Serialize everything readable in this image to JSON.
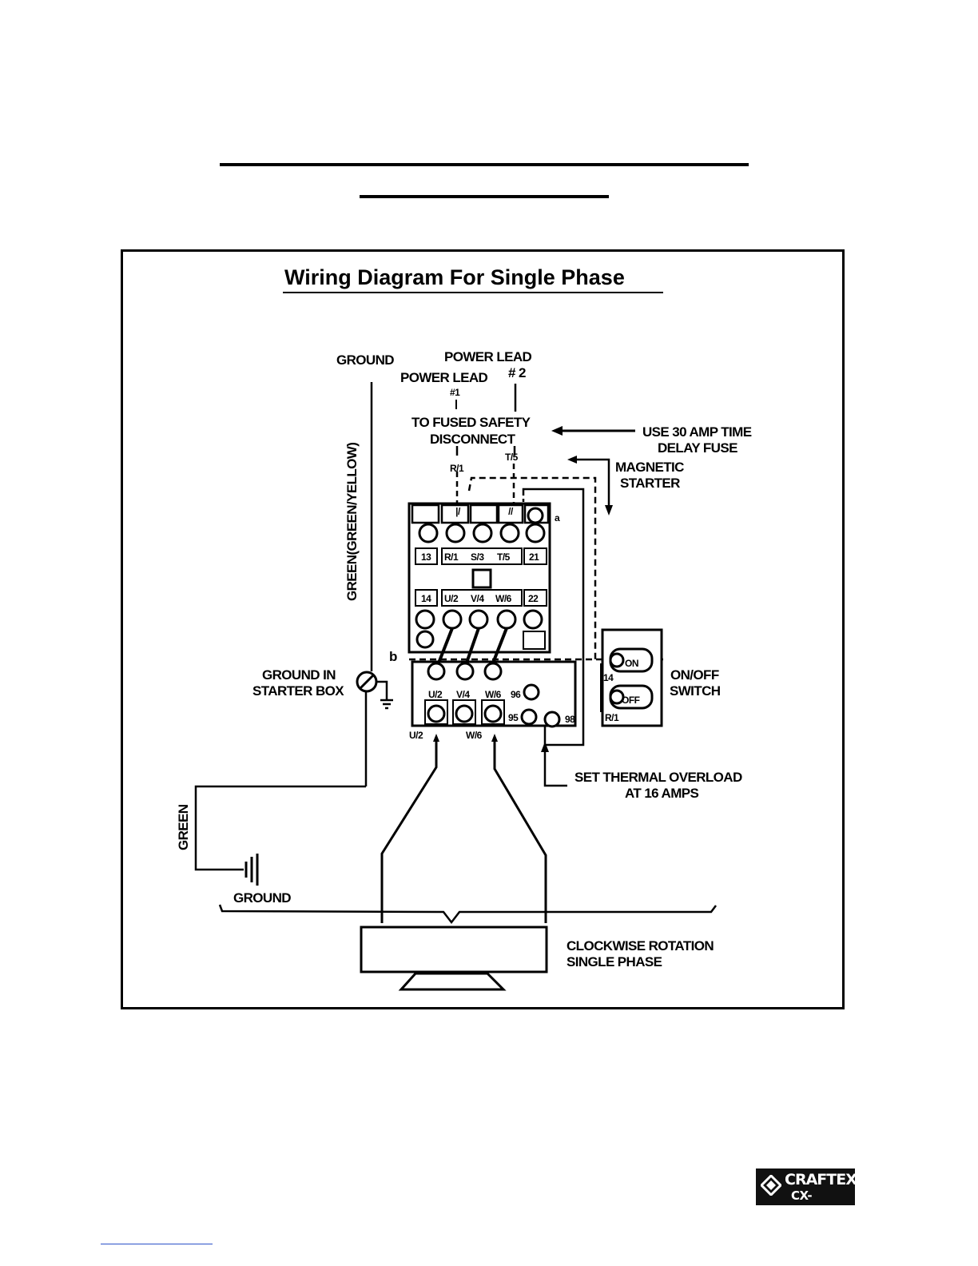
{
  "diagram": {
    "title": "Wiring Diagram For Single Phase",
    "labels": {
      "ground_top": "GROUND",
      "power_lead_2": "POWER LEAD",
      "power_lead_2_num": "# 2",
      "power_lead_1": "POWER LEAD",
      "power_lead_1_num": "#1",
      "fused_disconnect_1": "TO FUSED SAFETY",
      "fused_disconnect_2": "DISCONNECT",
      "fuse_note_1": "USE 30 AMP TIME",
      "fuse_note_2": "DELAY FUSE",
      "magnetic_1": "MAGNETIC",
      "magnetic_2": "STARTER",
      "wire_color": "GREEN(GREEN/YELLOW)",
      "ground_in_1": "GROUND IN",
      "ground_in_2": "STARTER BOX",
      "onoff_1": "ON/OFF",
      "onoff_2": "SWITCH",
      "thermal_1": "SET THERMAL OVERLOAD",
      "thermal_2": "AT 16 AMPS",
      "green": "GREEN",
      "ground_bottom": "GROUND",
      "rotation_1": "CLOCKWISE ROTATION",
      "rotation_2": "SINGLE  PHASE",
      "b_marker": "b",
      "a_marker": "a"
    },
    "terminals": {
      "r1_top": "R/1",
      "t5_top": "T/5",
      "t13": "13",
      "r1": "R/1",
      "s3": "S/3",
      "t5": "T/5",
      "t21": "21",
      "t14": "14",
      "u2": "U/2",
      "v4": "V/4",
      "w6": "W/6",
      "t22": "22",
      "ol_u2": "U/2",
      "ol_v4": "V/4",
      "ol_w6": "W/6",
      "ol_96": "96",
      "ol_95": "95",
      "ol_98": "98",
      "ol_u2_b": "U/2",
      "ol_w6_b": "W/6",
      "sw_on": "ON",
      "sw_off": "OFF",
      "sw_14": "14",
      "sw_r1": "R/1"
    }
  },
  "logo": {
    "brand": "CRAFTEX",
    "series": "CX-SERIES"
  }
}
